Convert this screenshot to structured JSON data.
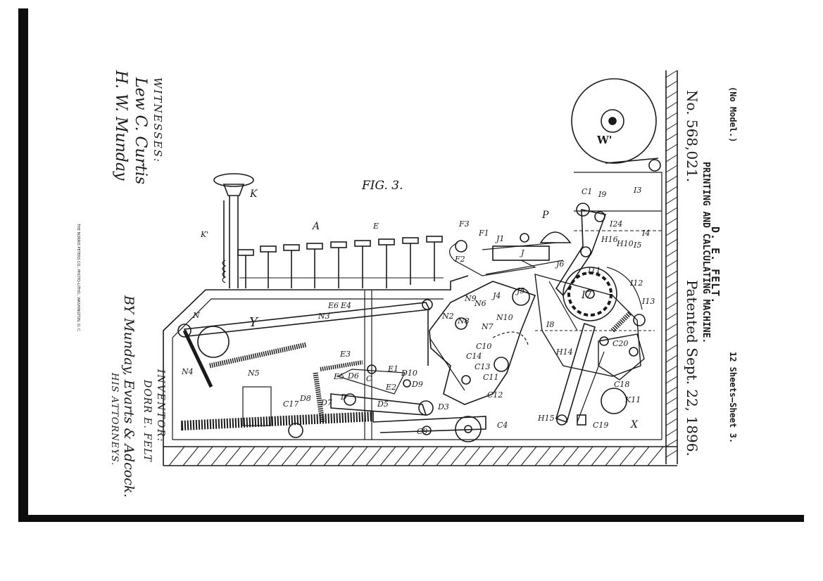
{
  "patent": {
    "no_model": "(No Model.)",
    "sheets": "12 Sheets—Sheet 3.",
    "inventor_name": "D. E. FELT.",
    "title": "PRINTING AND CALCULATING MACHINE.",
    "number": "No. 568,021.",
    "date": "Patented Sept. 22, 1896.",
    "figure": "FIG. 3.",
    "witnesses_label": "WITNESSES:",
    "witness_signatures": [
      "Lew C. Curtis",
      "H. W. Munday"
    ],
    "inventor_label": "INVENTOR:",
    "inventor_full": "DORR E. FELT",
    "by_line": "BY Munday, Evarts & Adcock.",
    "attorneys": "HIS ATTORNEYS.",
    "printer_imprint": "THE NORRIS PETERS CO., PHOTO-LITHO., WASHINGTON, D. C."
  },
  "reference_letters": [
    "A",
    "E",
    "K",
    "K'",
    "Y",
    "N",
    "N3",
    "N4",
    "N5",
    "N2",
    "N6",
    "N7",
    "N8",
    "N9",
    "N10",
    "F1",
    "F2",
    "F3",
    "J",
    "J1",
    "J4",
    "J5",
    "J6",
    "P",
    "C1",
    "I3",
    "I4",
    "I5",
    "I7",
    "I8",
    "I9",
    "I11",
    "I12",
    "I13",
    "I24",
    "H10",
    "H14",
    "H15",
    "H16",
    "E1",
    "E2",
    "E3",
    "E4",
    "E5",
    "E6",
    "D",
    "D3",
    "D5",
    "D6",
    "D7",
    "D8",
    "D9",
    "D10",
    "C",
    "C4",
    "C9",
    "C10",
    "C11",
    "C12",
    "C13",
    "C14",
    "C17",
    "C18",
    "C19",
    "C20",
    "K11",
    "X",
    "W'"
  ],
  "colors": {
    "ink": "#1a1a1a",
    "paper": "#ffffff",
    "scan_edge": "#0d0d0d"
  }
}
